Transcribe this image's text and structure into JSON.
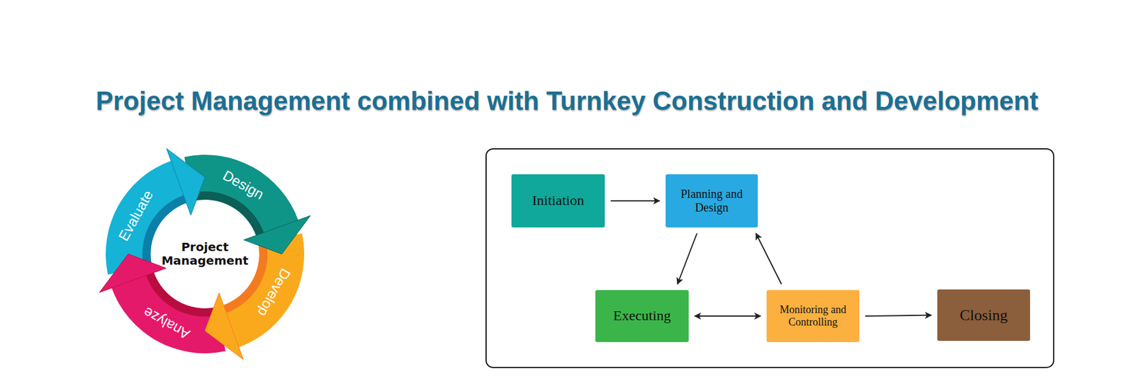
{
  "diagram": {
    "title": "Project Management combined with Turnkey Construction and Development",
    "nodes": [
      {
        "text": [
          "Evaluate"
        ]
      },
      {
        "text": [
          "Design"
        ]
      },
      {
        "text": [
          "Develop"
        ]
      },
      {
        "text": [
          "Analyze"
        ]
      },
      {
        "text": [
          "Initiation"
        ]
      },
      {
        "text": [
          "Planning and Design"
        ]
      },
      {
        "text": [
          "Executing"
        ]
      },
      {
        "text": [
          "Monitoring and Controlling"
        ]
      },
      {
        "text": [
          "Closing"
        ]
      }
    ],
    "edges": [
      {
        "from": 4,
        "to": 5,
        "arrow": "to"
      },
      {
        "from": 5,
        "to": 6,
        "arrow": "to"
      },
      {
        "from": 6,
        "to": 7,
        "arrow": "both"
      },
      {
        "from": 7,
        "to": 5,
        "arrow": "to"
      },
      {
        "from": 7,
        "to": 8,
        "arrow": "to"
      }
    ],
    "labels": [
      "Project Management"
    ]
  }
}
